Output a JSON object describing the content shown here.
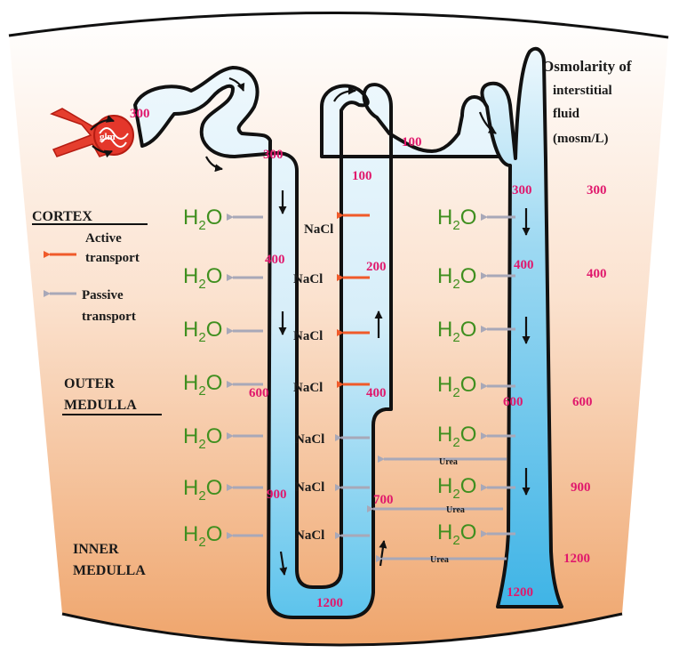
{
  "glomerulus_label": "glm",
  "header": {
    "line1": "Osmolarity of",
    "line2": "interstitial",
    "line3": "fluid",
    "line4": "(mosm/L)"
  },
  "zones": {
    "cortex": "CORTEX",
    "outer_medulla_1": "OUTER",
    "outer_medulla_2": "MEDULLA",
    "inner_medulla_1": "INNER",
    "inner_medulla_2": "MEDULLA"
  },
  "legend": {
    "active_1": "Active",
    "active_2": "transport",
    "passive_1": "Passive",
    "passive_2": "transport",
    "active_color": "#f05a2a",
    "passive_color": "#a8a8b8"
  },
  "interstitial_values": [
    "300",
    "400",
    "600",
    "900",
    "1200"
  ],
  "tubule_values": {
    "bowman": "300",
    "pct_end": "300",
    "desc_400": "400",
    "desc_600": "600",
    "desc_900": "900",
    "loop_bottom": "1200",
    "asc_700": "700",
    "asc_400": "400",
    "asc_200": "200",
    "asc_100": "100",
    "dct": "100",
    "cd_300": "300",
    "cd_400": "400",
    "cd_600": "600",
    "cd_1200": "1200"
  },
  "molecules": {
    "water_main": "H",
    "water_sub": "2",
    "water_end": "O",
    "salt": "NaCl",
    "urea": "Urea"
  }
}
